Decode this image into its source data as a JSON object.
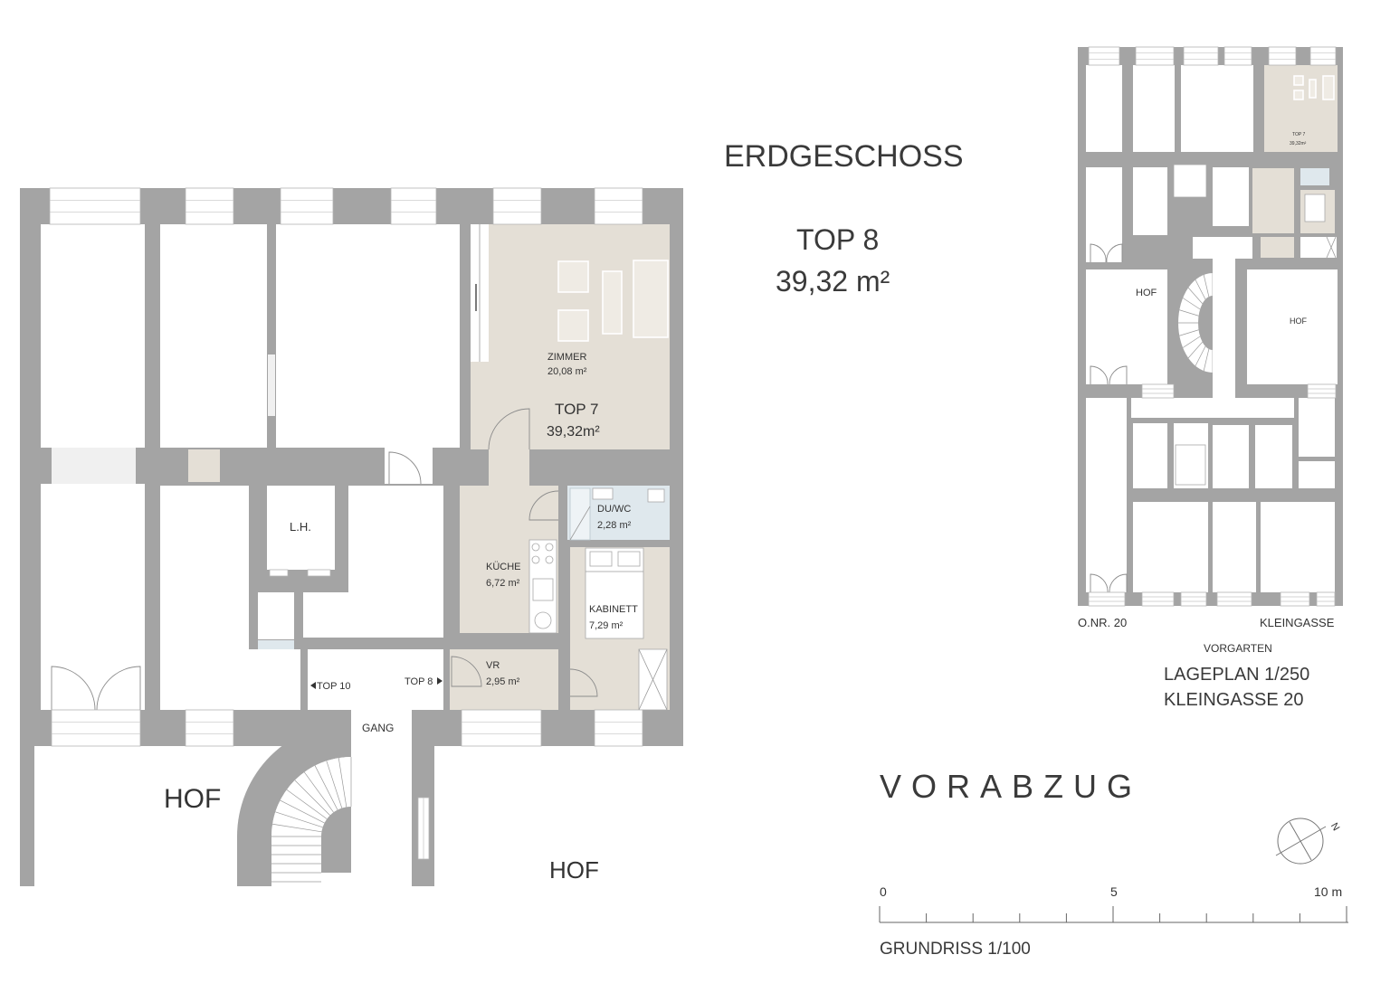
{
  "header": {
    "floor": "ERDGESCHOSS",
    "unit": "TOP 8",
    "unit_area": "39,32 m²"
  },
  "ground_plan": {
    "zimmer": {
      "name": "ZIMMER",
      "area": "20,08 m²"
    },
    "apartment": {
      "name": "TOP 7",
      "area": "39,32m²"
    },
    "lh": "L.H.",
    "du_wc": {
      "name": "DU/WC",
      "area": "2,28 m²"
    },
    "kueche": {
      "name": "KÜCHE",
      "area": "6,72 m²"
    },
    "kabinett": {
      "name": "KABINETT",
      "area": "7,29 m²"
    },
    "vr": {
      "name": "VR",
      "area": "2,95 m²"
    },
    "entrance_top10": "TOP 10",
    "entrance_top8": "TOP 8",
    "gang": "GANG",
    "courtyard_left": "HOF",
    "courtyard_right": "HOF"
  },
  "site_plan": {
    "courtyard_left": "HOF",
    "courtyard_right": "HOF",
    "unit": "TOP 7",
    "unit_area": "39,32m²",
    "neighbour": "O.NR. 20",
    "street": "KLEINGASSE",
    "front_garden": "VORGARTEN",
    "title": "LAGEPLAN 1/250",
    "address": "KLEINGASSE 20"
  },
  "stamp": "VORABZUG",
  "scale_bar": {
    "labels": [
      "0",
      "5",
      "10 m"
    ],
    "caption": "GRUNDRISS 1/100"
  },
  "north_arrow": {
    "label": "N"
  },
  "colors": {
    "wall": "#a4a4a4",
    "apartment": "#e4dfd6",
    "wet_room": "#dfe8ed",
    "text": "#333333"
  }
}
